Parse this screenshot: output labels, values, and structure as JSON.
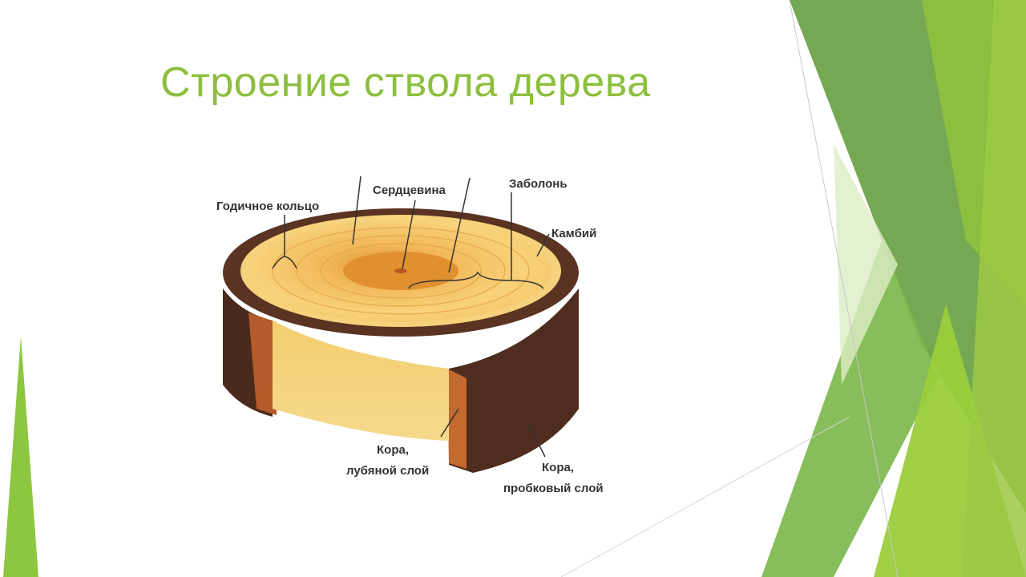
{
  "slide": {
    "title": "Строение ствола дерева"
  },
  "colors": {
    "title": "#8DBF3F",
    "green_light": "#A6CE39",
    "green_mid": "#7AB648",
    "green_dark": "#5C9A3A",
    "bark": "#5A3322",
    "wood": "#F2C460",
    "heart": "#E08E2E"
  },
  "diagram": {
    "labels": {
      "annual_ring": "Годичное кольцо",
      "pith": "Сердцевина",
      "sapwood": "Заболонь",
      "cambium": "Камбий",
      "bark_bast_1": "Кора,",
      "bark_bast_2": "лубяной слой",
      "bark_cork_1": "Кора,",
      "bark_cork_2": "пробковый слой"
    }
  }
}
